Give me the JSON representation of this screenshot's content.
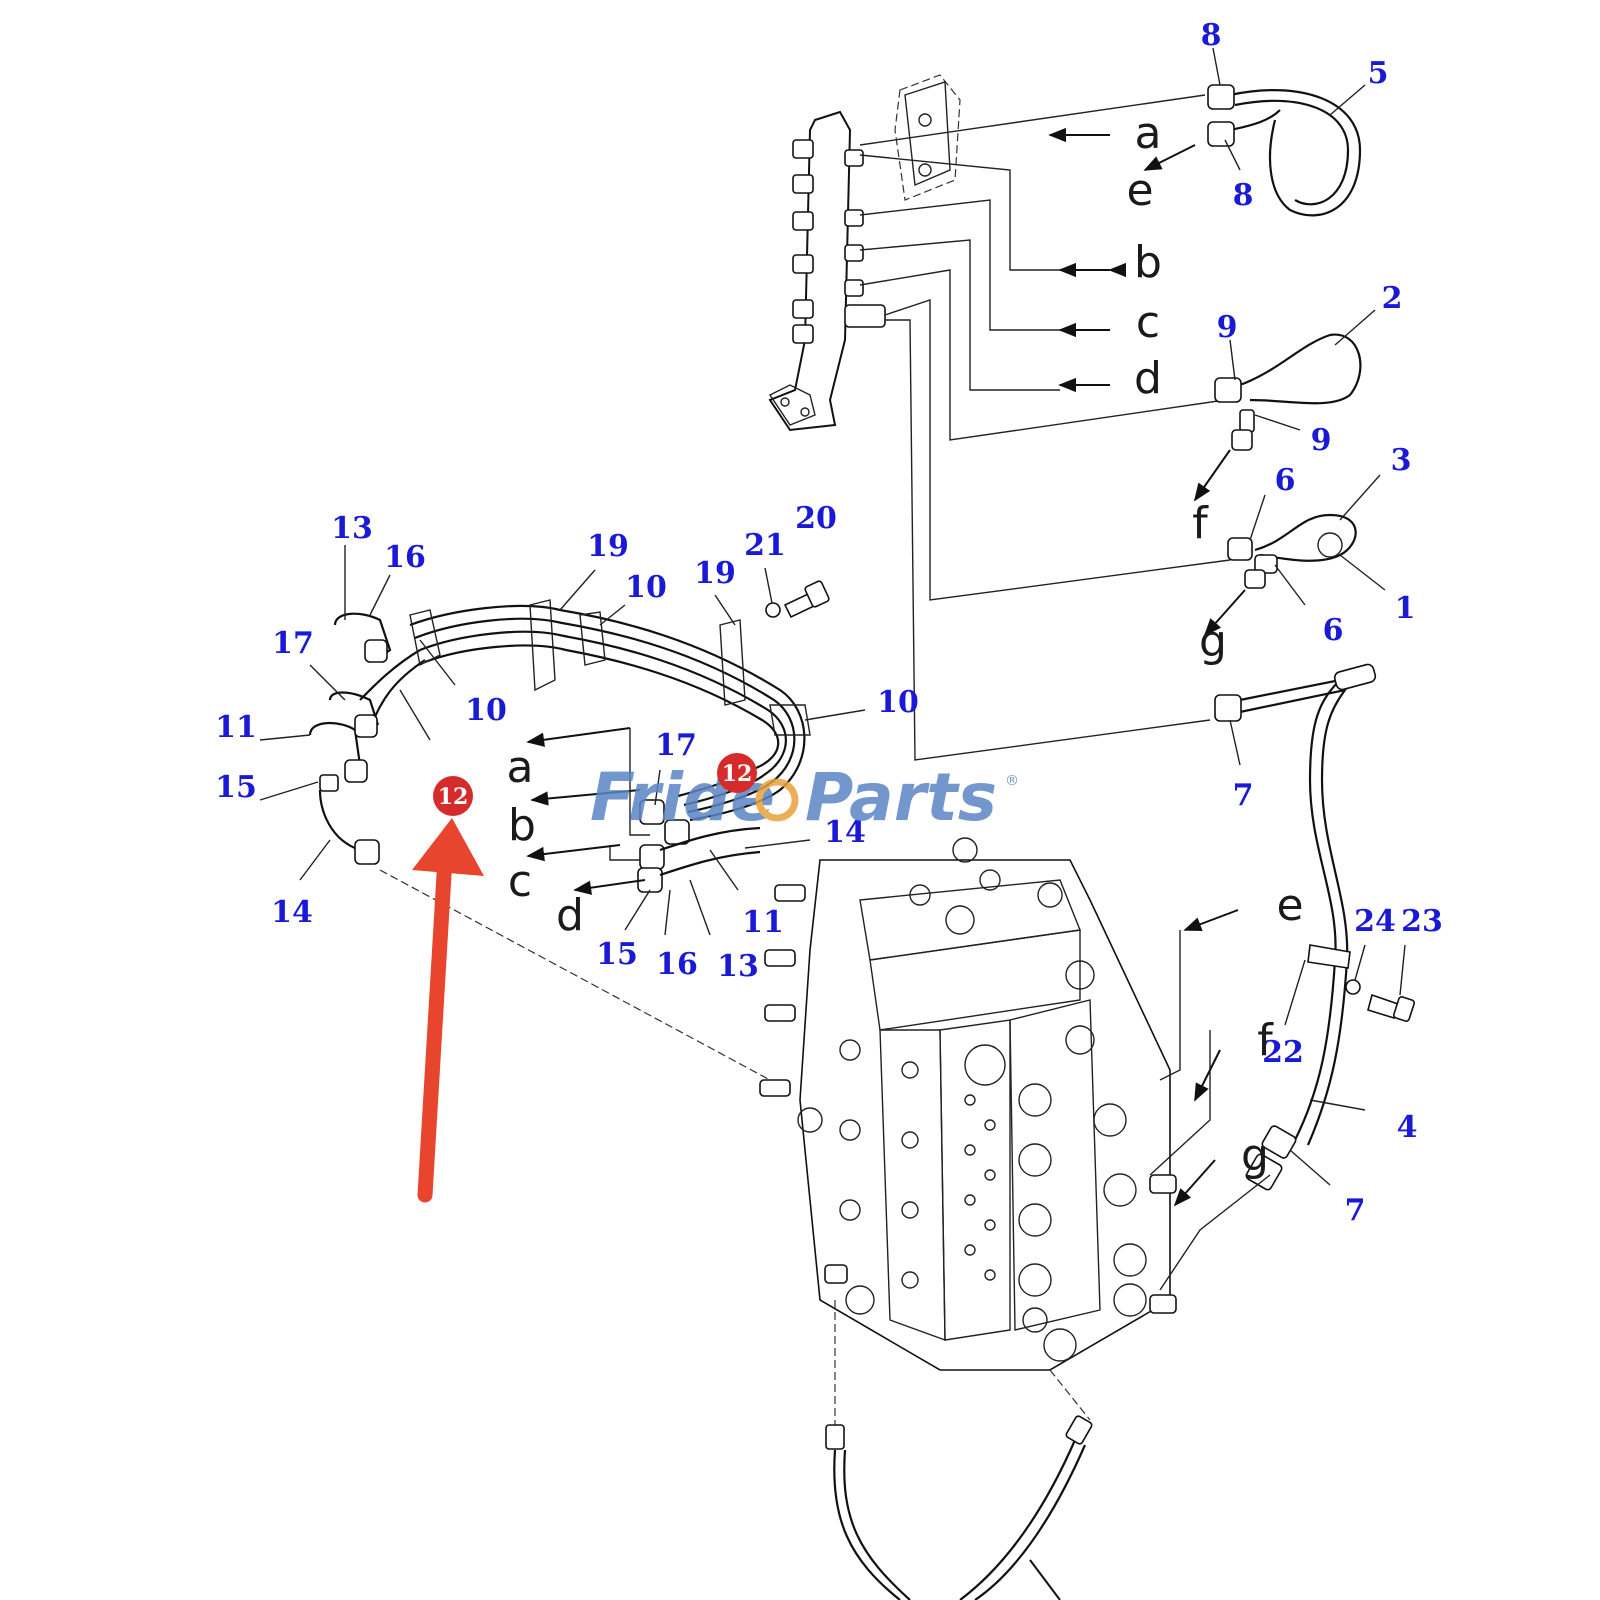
{
  "watermark": {
    "brand_a": "Fride",
    "brand_b": "Parts",
    "mark": "®",
    "color_blue": "#5b86c4",
    "color_orange": "#e9a23b"
  },
  "callouts": {
    "n1": "1",
    "n2": "2",
    "n3": "3",
    "n4": "4",
    "n5": "5",
    "n6a": "6",
    "n6b": "6",
    "n7a": "7",
    "n7b": "7",
    "n8a": "8",
    "n8b": "8",
    "n9a": "9",
    "n9b": "9",
    "n10a": "10",
    "n10b": "10",
    "n10c": "10",
    "n11a": "11",
    "n11b": "11",
    "n12a": "12",
    "n12b": "12",
    "n13a": "13",
    "n13b": "13",
    "n14a": "14",
    "n14b": "14",
    "n15a": "15",
    "n15b": "15",
    "n16a": "16",
    "n16b": "16",
    "n17a": "17",
    "n17b": "17",
    "n19a": "19",
    "n19b": "19",
    "n20": "20",
    "n21": "21",
    "n22": "22",
    "n23": "23",
    "n24": "24"
  },
  "letters": {
    "a1": "a",
    "e1": "e",
    "b1": "b",
    "c1": "c",
    "d1": "d",
    "f1": "f",
    "g1": "g",
    "a2": "a",
    "b2": "b",
    "c2": "c",
    "d2": "d",
    "e2": "e",
    "f2": "f",
    "g2": "g"
  },
  "colors": {
    "callout": "#1a1ad6",
    "badge": "#d62b2b",
    "arrow": "#e8452f"
  }
}
